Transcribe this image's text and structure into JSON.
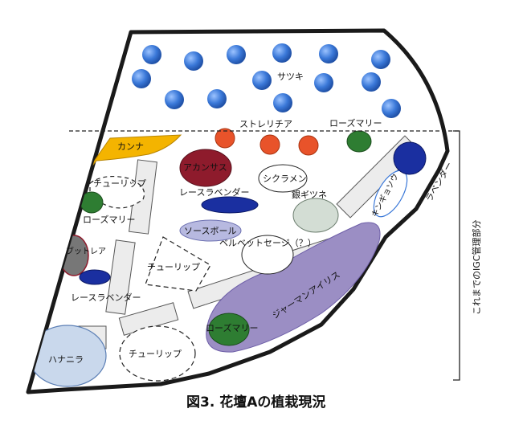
{
  "figure": {
    "caption": "図3. 花壇Aの植栽現況",
    "side_note": "これまでのIGC管理部分"
  },
  "plant_labels": {
    "satsuki": "サツキ",
    "strelitzia": "ストレリチア",
    "rosemary_top": "ローズマリー",
    "canna": "カンナ",
    "acanthus": "アカンサス",
    "tulip_upper": "チューリップ",
    "cyclamen": "シクラメン",
    "lavender_right": "ラベンダー",
    "kingyoso": "キンギョソウ",
    "gin_gitsune": "銀ギツネ",
    "lace_lavender_upper": "レースラベンダー",
    "rosemary_left": "ローズマリー",
    "lambs_ear_ball": "ソースボール",
    "velvet_sage": "ベルベットセージ（？）",
    "buddleja": "ブットレア",
    "tulip_middle": "チューリップ",
    "german_iris": "ジャーマンアイリス",
    "lace_lavender_lower": "レースラベンダー",
    "rosemary_bottom": "ローズマリー",
    "hananira": "ハナニラ",
    "tulip_bottom": "チューリップ"
  },
  "colors": {
    "satsuki_blue": "#3a78d8",
    "strelitzia_red": "#e8532a",
    "rosemary_green": "#2e7d32",
    "canna_yellow": "#f4b400",
    "acanthus_maroon": "#8e1b2c",
    "lavender_navy": "#1a2fa0",
    "iris_purple": "#9b8ec4",
    "velvet_sage_lavender": "#b7b9e0",
    "gin_gitsune_grey": "#d3ddd4",
    "buddleja_grey": "#777777",
    "hananira_blue": "#c9d8ec",
    "path_grey": "#e9e9e9",
    "outline": "#1a1a1a"
  }
}
